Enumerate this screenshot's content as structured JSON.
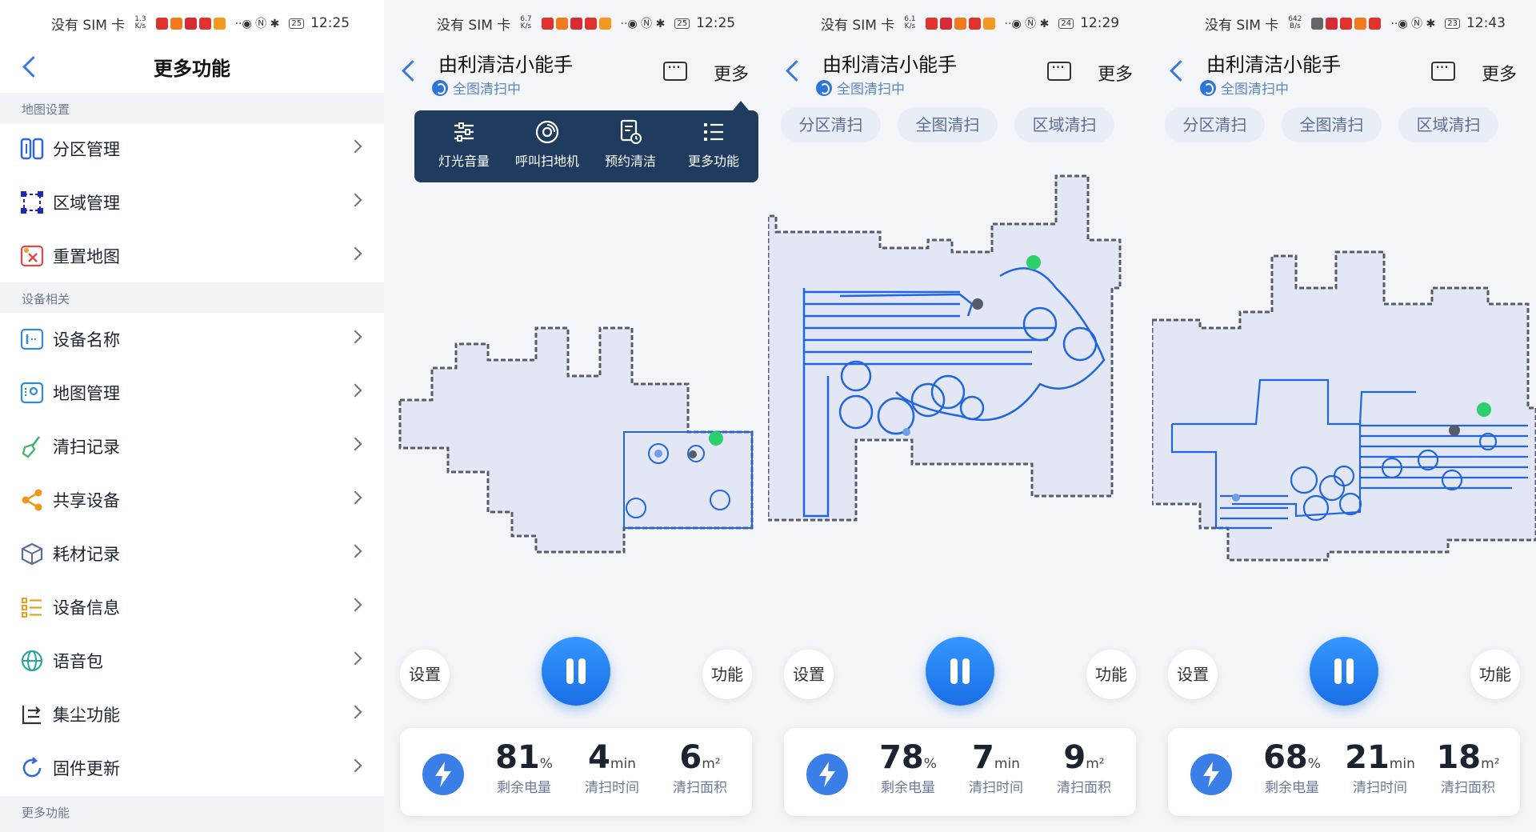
{
  "status_bars": [
    {
      "sim": "没有 SIM 卡",
      "speed_top": "1.3",
      "speed_bottom": "K/s",
      "battery": "25",
      "time": "12:25"
    },
    {
      "sim": "没有 SIM 卡",
      "speed_top": "6.7",
      "speed_bottom": "K/s",
      "battery": "25",
      "time": "12:25"
    },
    {
      "sim": "没有 SIM 卡",
      "speed_top": "6.1",
      "speed_bottom": "K/s",
      "battery": "24",
      "time": "12:29"
    },
    {
      "sim": "没有 SIM 卡",
      "speed_top": "642",
      "speed_bottom": "B/s",
      "battery": "23",
      "time": "12:43"
    }
  ],
  "more_page": {
    "title": "更多功能",
    "sections": {
      "map_settings": "地图设置",
      "device_related": "设备相关",
      "more_functions": "更多功能"
    },
    "items": [
      {
        "label": "分区管理",
        "icon": "partition-icon"
      },
      {
        "label": "区域管理",
        "icon": "area-icon"
      },
      {
        "label": "重置地图",
        "icon": "reset-map-icon"
      },
      {
        "label": "设备名称",
        "icon": "device-name-icon"
      },
      {
        "label": "地图管理",
        "icon": "map-manage-icon"
      },
      {
        "label": "清扫记录",
        "icon": "broom-icon"
      },
      {
        "label": "共享设备",
        "icon": "share-icon"
      },
      {
        "label": "耗材记录",
        "icon": "box-icon"
      },
      {
        "label": "设备信息",
        "icon": "list-icon"
      },
      {
        "label": "语音包",
        "icon": "globe-icon"
      },
      {
        "label": "集尘功能",
        "icon": "dust-icon"
      },
      {
        "label": "固件更新",
        "icon": "refresh-icon"
      }
    ]
  },
  "device": {
    "name": "由利清洁小能手",
    "status": "全图清扫中",
    "more": "更多",
    "settings": "设置",
    "functions": "功能",
    "labels": {
      "battery": "剩余电量",
      "time": "清扫时间",
      "area": "清扫面积"
    },
    "units": {
      "battery": "%",
      "time": "min",
      "area": "m²"
    }
  },
  "popup": [
    {
      "label": "灯光音量",
      "icon": "sliders-icon"
    },
    {
      "label": "呼叫扫地机",
      "icon": "call-robot-icon"
    },
    {
      "label": "预约清洁",
      "icon": "schedule-icon"
    },
    {
      "label": "更多功能",
      "icon": "more-list-icon"
    }
  ],
  "pills": [
    "分区清扫",
    "全图清扫",
    "区域清扫"
  ],
  "panels": [
    {
      "battery": "81",
      "time": "4",
      "area": "6"
    },
    {
      "battery": "78",
      "time": "7",
      "area": "9"
    },
    {
      "battery": "68",
      "time": "21",
      "area": "18"
    }
  ],
  "colors": {
    "accent": "#1a6fe6",
    "path": "#1f66e0",
    "map_fill": "#e3e6f4",
    "map_wall": "#555d6b",
    "dock": "#2bd06a"
  }
}
